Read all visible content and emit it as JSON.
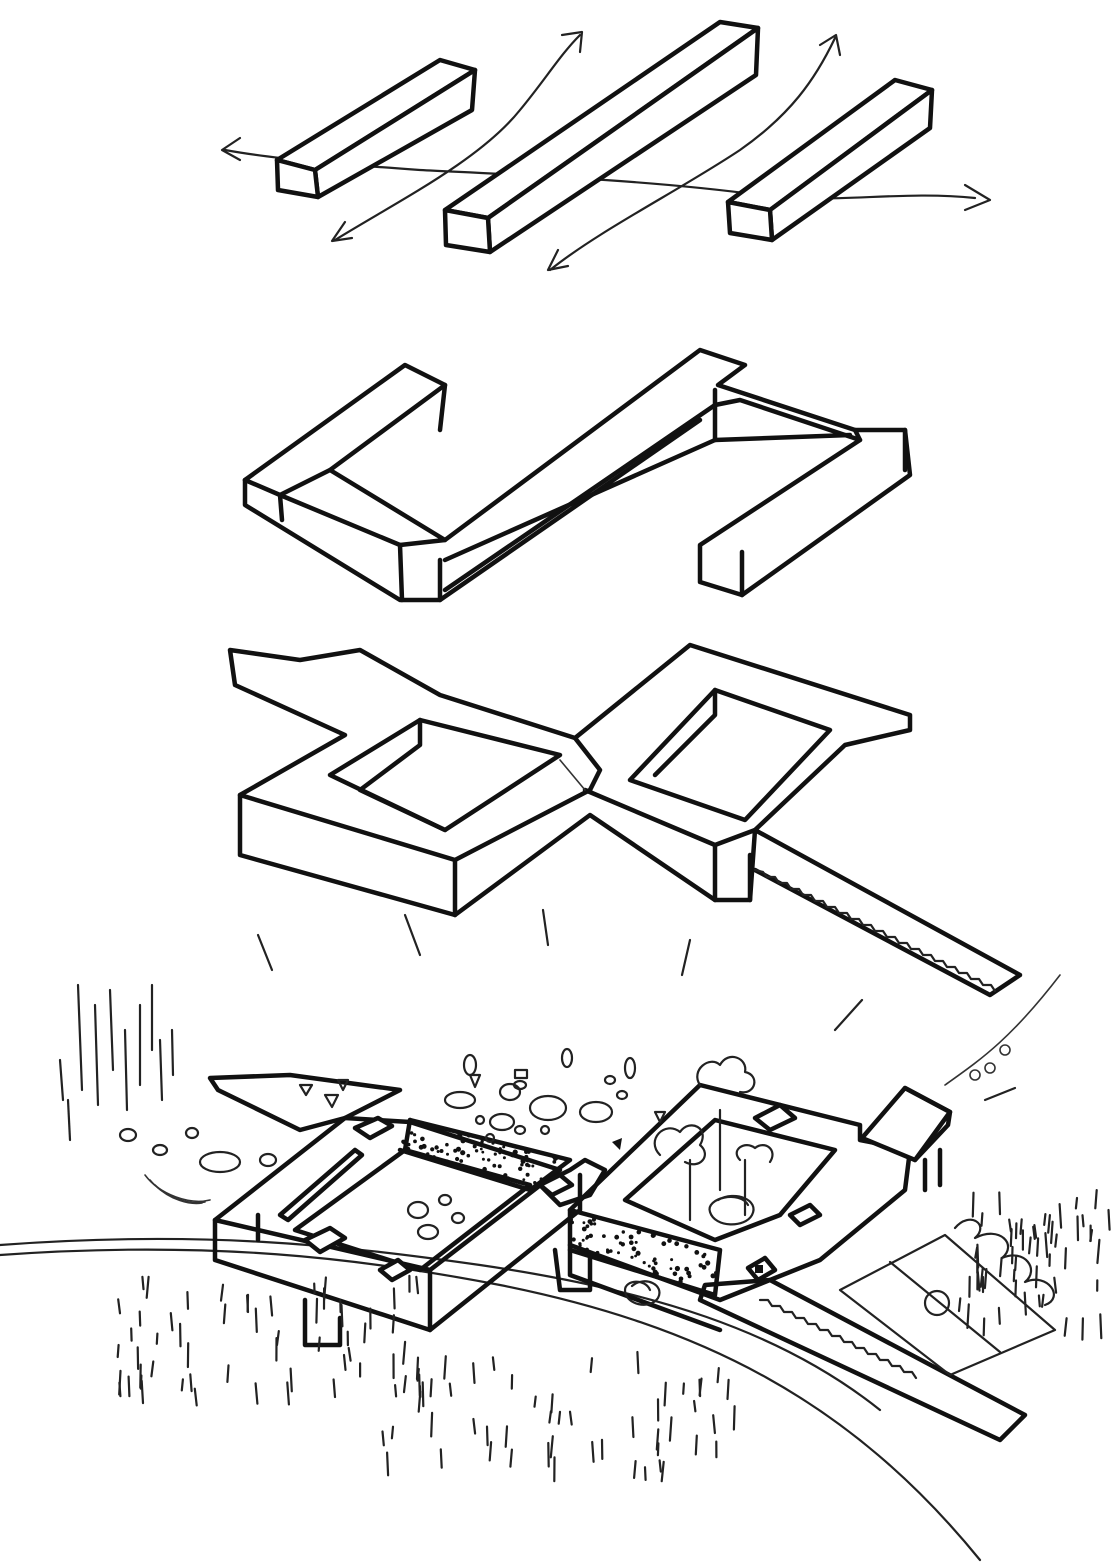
{
  "diagram": {
    "stages": [
      {
        "id": "stage-1",
        "elements": [
          "bar-left",
          "bar-center",
          "bar-right",
          "flow-arrows"
        ]
      },
      {
        "id": "stage-2",
        "elements": [
          "linked-bars-s-shape",
          "open-courtyard"
        ]
      },
      {
        "id": "stage-3",
        "elements": [
          "double-courtyard-figure-eight",
          "ramp"
        ]
      },
      {
        "id": "stage-4",
        "elements": [
          "site-plan",
          "courtyard-left",
          "courtyard-right",
          "ramp",
          "sports-court",
          "canopy",
          "landscape"
        ]
      }
    ],
    "colors": {
      "ink": "#111111",
      "paper": "#ffffff"
    }
  }
}
